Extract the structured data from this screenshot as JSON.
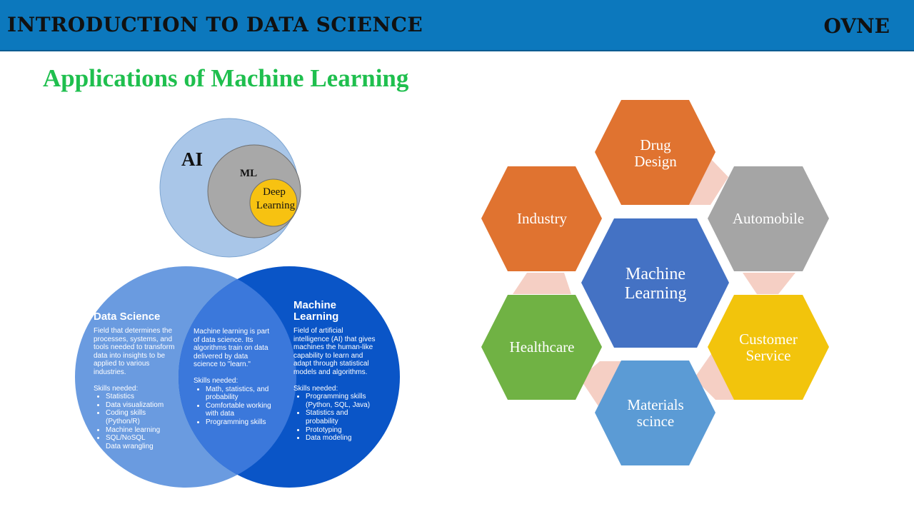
{
  "header": {
    "title": "INTRODUCTION TO DATA SCIENCE",
    "brand": "OVNE",
    "color": "#0c78bd"
  },
  "slide_title": "Applications of Machine Learning",
  "ai_diagram": {
    "ai_label": "AI",
    "ml_label": "ML",
    "dl_line1": "Deep",
    "dl_line2": "Learning"
  },
  "venn": {
    "ds": {
      "title": "Data Science",
      "desc": "Field that determines the processes, systems, and tools needed to transform data into insights to be applied to various industries.",
      "skills_label": "Skills needed:",
      "skills": [
        "Statistics",
        "Data visualizatiom",
        "Coding skills (Python/R)",
        "Machine learning",
        "SQL/NoSQL",
        "Data wrangling"
      ]
    },
    "overlap": {
      "desc": "Machine learning is part of data science. Its algorithms train on data delivered by data science to \"learn.\"",
      "skills_label": "Skills needed:",
      "skills": [
        "Math, statistics, and probability",
        "Comfortable working with data",
        "Programming skills"
      ]
    },
    "ml": {
      "title_line1": "Machine",
      "title_line2": "Learning",
      "desc": "Field of artificial intelligence (AI) that gives machines the human-like capability to learn and adapt through statistical models and algorithms.",
      "skills_label": "Skills needed:",
      "skills": [
        "Programming skills (Python, SQL, Java)",
        "Statistics and probability",
        "Prototyping",
        "Data modeling"
      ]
    }
  },
  "hex": {
    "center_line1": "Machine",
    "center_line2": "Learning",
    "drug_line1": "Drug",
    "drug_line2": "Design",
    "automobile": "Automobile",
    "customer_line1": "Customer",
    "customer_line2": "Service",
    "materials_line1": "Materials",
    "materials_line2": "scince",
    "healthcare": "Healthcare",
    "industry": "Industry",
    "colors": {
      "center": "#4472c4",
      "drug": "#e07330",
      "automobile": "#a5a5a5",
      "customer": "#f2c40c",
      "materials": "#5b9bd5",
      "healthcare": "#70b244",
      "industry": "#e07330",
      "connector": "#f5cfc4"
    }
  }
}
